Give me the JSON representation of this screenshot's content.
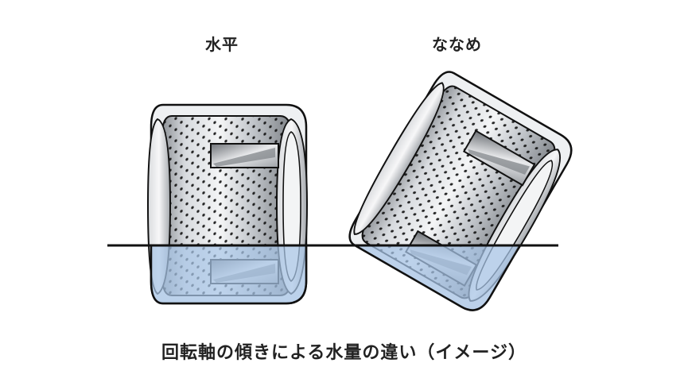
{
  "labels": {
    "horizontal": "水平",
    "tilted": "ななめ"
  },
  "caption": "回転軸の傾きによる水量の違い（イメージ）",
  "colors": {
    "water": "#a9c6e8",
    "drum_steel": "#c9ccd1",
    "outline": "#111111",
    "text": "#222222"
  }
}
